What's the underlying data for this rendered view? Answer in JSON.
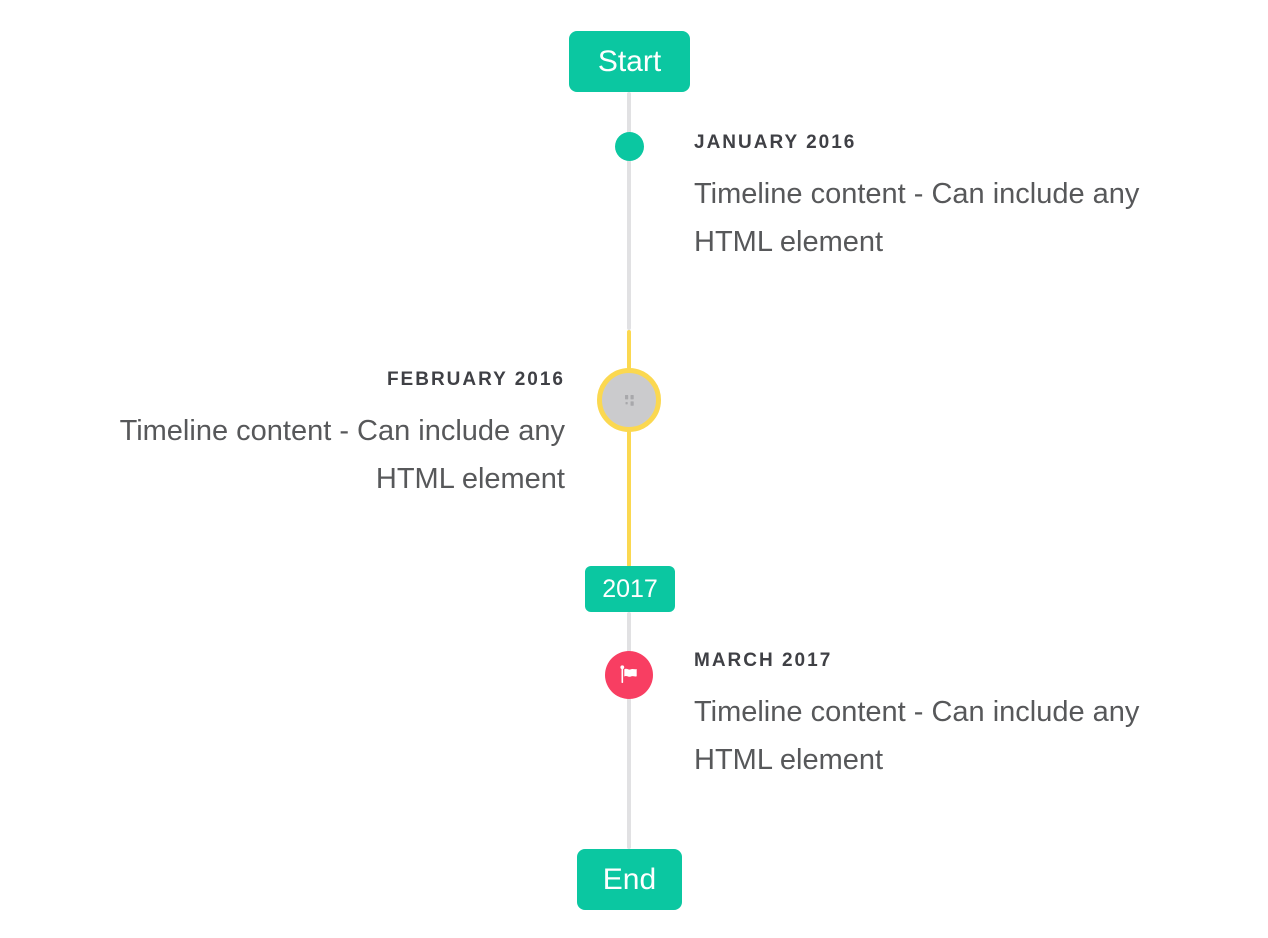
{
  "page": {
    "background": "#ffffff"
  },
  "colors": {
    "teal": "#0bc7a1",
    "yellow": "#fbd850",
    "pink": "#f83e62",
    "line_gray": "#e1e1e3",
    "bullet_gray": "#cbcbcd",
    "title_text": "#3f4045",
    "content_text": "#57585a",
    "badge_text": "#ffffff"
  },
  "timeline": {
    "start_label": "Start",
    "end_label": "End",
    "year_divider": "2017",
    "items": [
      {
        "title": "JANUARY 2016",
        "side": "right",
        "marker": "teal-dot",
        "content_lines": [
          "Timeline content - Can include any",
          "HTML element"
        ]
      },
      {
        "title": "FEBRUARY 2016",
        "side": "left",
        "marker": "gray-circle-yellow-border-broken-image",
        "content_lines": [
          "Timeline content - Can include any",
          "HTML element"
        ]
      },
      {
        "title": "MARCH 2017",
        "side": "right",
        "marker": "pink-circle-flag",
        "content_lines": [
          "Timeline content - Can include any",
          "HTML element"
        ]
      }
    ]
  },
  "icons": {
    "flag": "flag-icon",
    "broken_image": "broken-image-icon"
  }
}
